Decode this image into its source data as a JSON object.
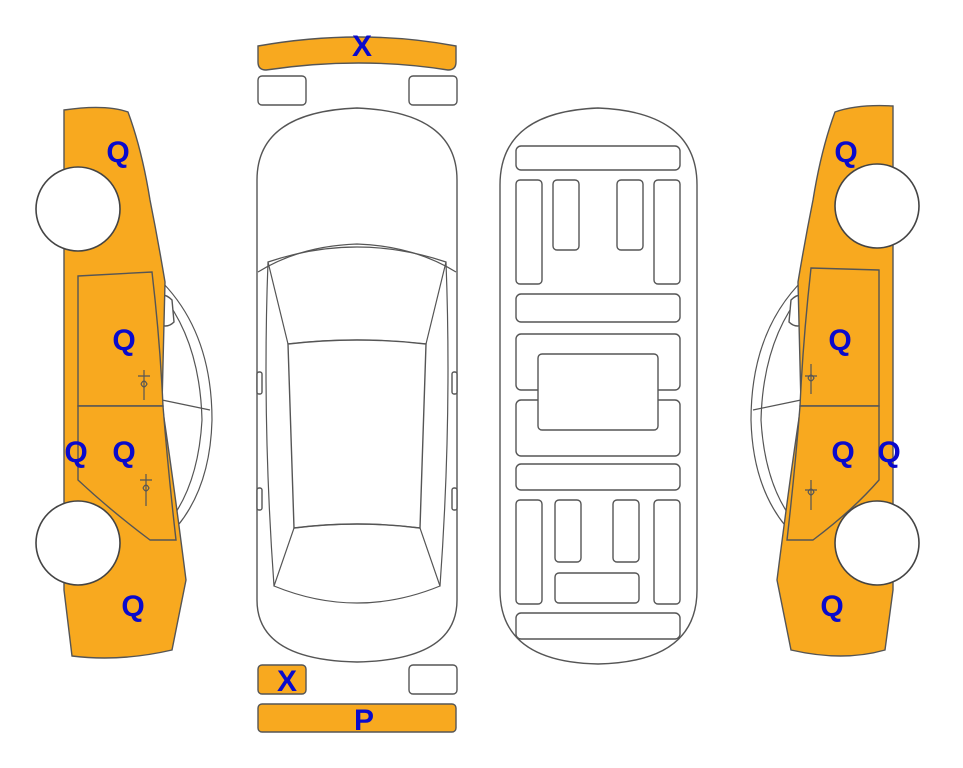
{
  "colors": {
    "damaged_fill": "#F8A91F",
    "label": "#0A0ACC",
    "outline": "#555555"
  },
  "markers": {
    "front_bumper": "X",
    "left_front_fender": "Q",
    "left_front_door": "Q",
    "left_rear_door": "Q",
    "left_rocker": "Q",
    "left_rear_quarter": "Q",
    "right_front_fender": "Q",
    "right_front_door": "Q",
    "right_rear_door": "Q",
    "right_rocker": "Q",
    "right_rear_quarter": "Q",
    "left_tail_light": "X",
    "rear_bumper": "P"
  }
}
